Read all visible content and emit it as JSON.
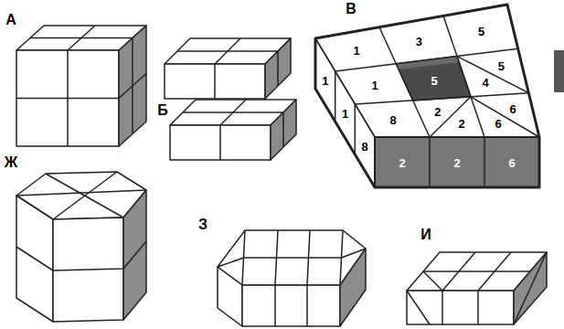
{
  "diagram": {
    "labels": [
      "А",
      "Б",
      "В",
      "1",
      "3",
      "5",
      "1",
      "5",
      "5",
      "4",
      "1",
      "1",
      "8",
      "2",
      "2",
      "6",
      "6",
      "8",
      "2",
      "2",
      "6",
      "Ж",
      "З",
      "И"
    ]
  }
}
